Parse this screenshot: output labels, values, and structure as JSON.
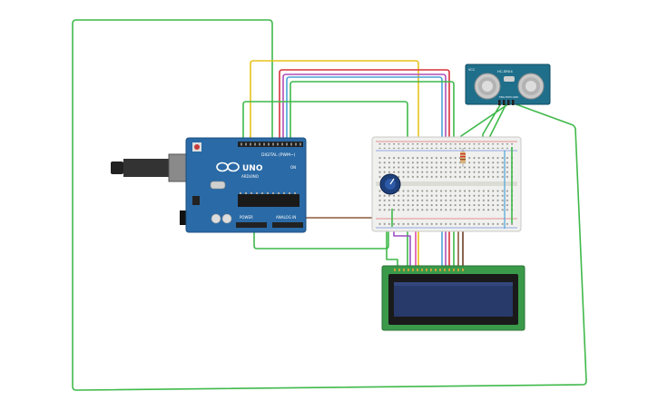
{
  "arduino": {
    "board_label": "UNO",
    "brand_label": "ARDUINO",
    "digital_header_label": "DIGITAL (PWM~)",
    "power_header_label": "POWER",
    "analog_header_label": "ANALOG IN",
    "on_label": "ON"
  },
  "sensor": {
    "model_label": "HC-SR04",
    "vcc_label": "VCC",
    "pin_labels": "TRIG ECHO GND"
  },
  "colors": {
    "wire_green": "#3fb94a",
    "wire_yellow": "#e8c21b",
    "wire_red": "#d8323a",
    "wire_blue": "#4aa3d8",
    "wire_purple": "#9b4fc4",
    "wire_pink": "#e04ea8",
    "wire_brown": "#8a5a3c",
    "arduino_blue": "#2a6aa6",
    "lcd_green": "#3a9a4a",
    "lcd_screen": "#283a6a",
    "sensor_teal": "#1f6f8b"
  }
}
